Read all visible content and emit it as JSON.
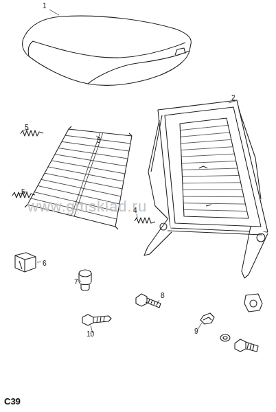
{
  "diagram": {
    "labels": [
      "1",
      "2",
      "3",
      "5",
      "5",
      "4",
      "6",
      "7",
      "8",
      "9",
      "10",
      "C39",
      "www.gmsklad.ru"
    ]
  }
}
